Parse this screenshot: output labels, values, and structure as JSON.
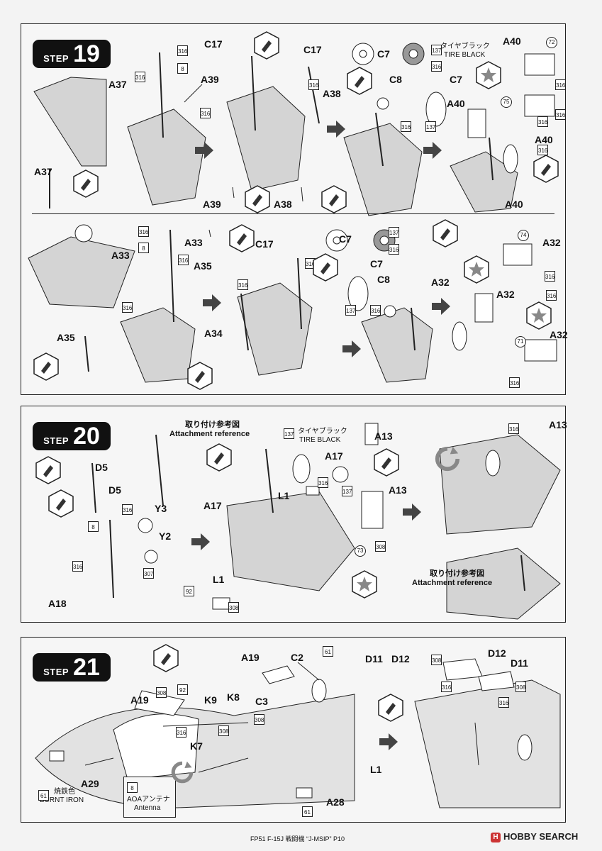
{
  "steps": {
    "s19": {
      "word": "STEP",
      "number": "19",
      "top": {
        "labels": [
          "A37",
          "A39",
          "C17",
          "C17",
          "A38",
          "C7",
          "C8",
          "C7",
          "A40",
          "A40",
          "A40",
          "A39",
          "A38",
          "A37",
          "A40"
        ],
        "paint_jp": "タイヤブラック",
        "paint_en": "TIRE BLACK",
        "codes": [
          "316",
          "8",
          "316",
          "316",
          "316",
          "316",
          "316",
          "137",
          "316",
          "316",
          "137",
          "316",
          "316"
        ],
        "decals": [
          "72",
          "75"
        ]
      },
      "bottom": {
        "labels": [
          "A33",
          "A35",
          "A33",
          "C17",
          "C7",
          "C7",
          "C8",
          "A32",
          "A32",
          "A32",
          "A32",
          "A34",
          "A35"
        ],
        "codes": [
          "316",
          "8",
          "316",
          "316",
          "316",
          "316",
          "137",
          "316",
          "137",
          "316",
          "316",
          "316",
          "316"
        ],
        "decals": [
          "74",
          "71"
        ]
      }
    },
    "s20": {
      "word": "STEP",
      "number": "20",
      "labels": [
        "D5",
        "D5",
        "Y3",
        "Y2",
        "A18",
        "A17",
        "L1",
        "L1",
        "A17",
        "A13",
        "A13",
        "A13"
      ],
      "attach_jp": "取り付け参考図",
      "attach_en": "Attachment reference",
      "attach2_jp": "取り付け参考図",
      "attach2_en": "Attachment reference",
      "paint_jp": "タイヤブラック",
      "paint_en": "TIRE BLACK",
      "codes": [
        "316",
        "8",
        "307",
        "316",
        "137",
        "316",
        "137",
        "92",
        "308",
        "308",
        "316"
      ],
      "decals": [
        "73"
      ]
    },
    "s21": {
      "word": "STEP",
      "number": "21",
      "labels": [
        "A19",
        "A19",
        "C2",
        "K9",
        "K8",
        "C3",
        "K7",
        "A29",
        "A28",
        "D11",
        "D12",
        "D12",
        "D11",
        "L1"
      ],
      "paint_jp": "焼鉄色",
      "paint_en": "BURNT IRON",
      "aoa_jp": "AOAアンテナ",
      "aoa_en": "Antenna",
      "codes": [
        "308",
        "92",
        "316",
        "61",
        "308",
        "308",
        "61",
        "8",
        "61",
        "308",
        "316",
        "308",
        "316"
      ]
    }
  },
  "footer": {
    "text": "FP51 F-15J 戦闘機 “J-MSIP” P10",
    "brand": "HOBBY SEARCH",
    "brand_mark": "H"
  }
}
